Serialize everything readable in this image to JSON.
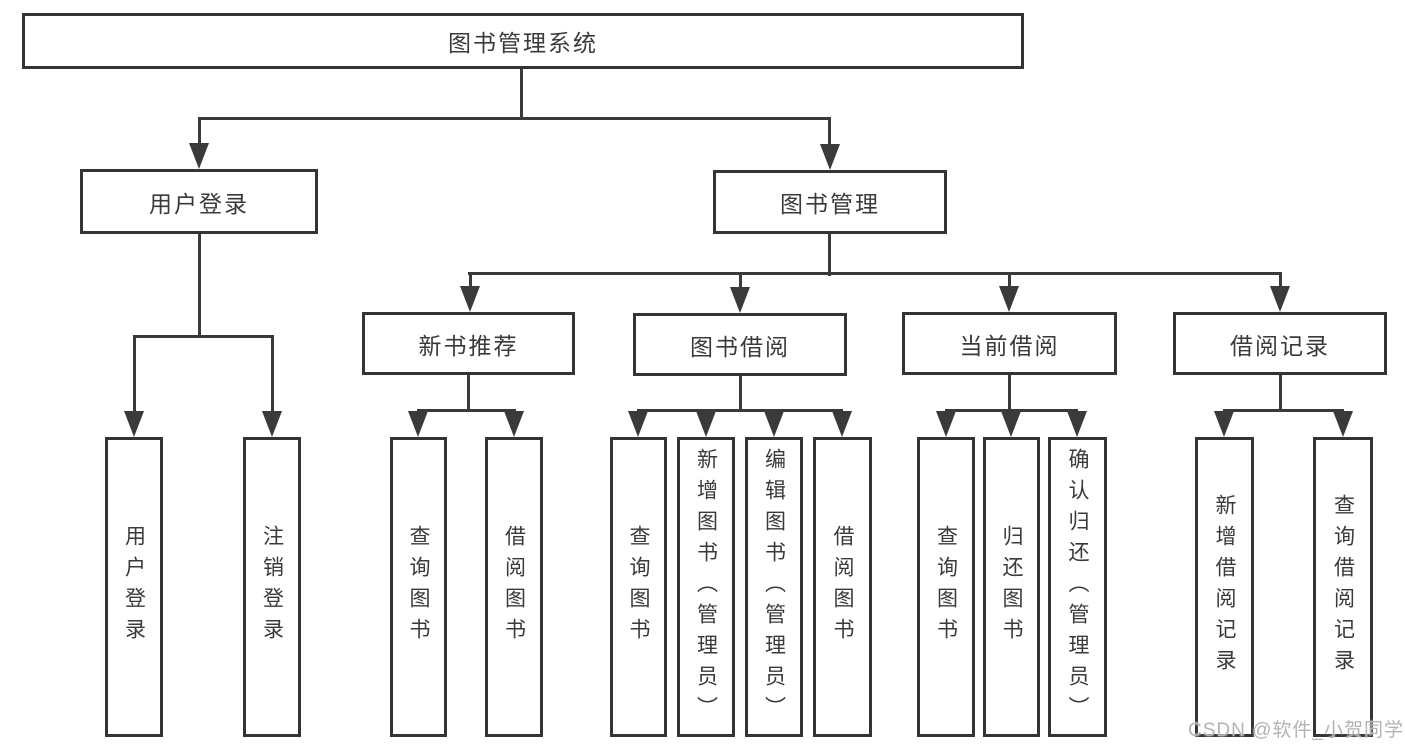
{
  "diagram": {
    "title": "图书管理系统",
    "root": {
      "label": "图书管理系统"
    },
    "level2": [
      {
        "label": "用户登录"
      },
      {
        "label": "图书管理"
      }
    ],
    "level3": [
      {
        "label": "新书推荐",
        "parent": "图书管理"
      },
      {
        "label": "图书借阅",
        "parent": "图书管理"
      },
      {
        "label": "当前借阅",
        "parent": "图书管理"
      },
      {
        "label": "借阅记录",
        "parent": "图书管理"
      }
    ],
    "leaves": [
      {
        "label": "用户登录",
        "parent": "用户登录"
      },
      {
        "label": "注销登录",
        "parent": "用户登录"
      },
      {
        "label": "查询图书",
        "parent": "新书推荐"
      },
      {
        "label": "借阅图书",
        "parent": "新书推荐"
      },
      {
        "label": "查询图书",
        "parent": "图书借阅"
      },
      {
        "label": "新增图书（管理员）",
        "parent": "图书借阅"
      },
      {
        "label": "编辑图书（管理员）",
        "parent": "图书借阅"
      },
      {
        "label": "借阅图书",
        "parent": "图书借阅"
      },
      {
        "label": "查询图书",
        "parent": "当前借阅"
      },
      {
        "label": "归还图书",
        "parent": "当前借阅"
      },
      {
        "label": "确认归还（管理员）",
        "parent": "当前借阅"
      },
      {
        "label": "新增借阅记录",
        "parent": "借阅记录"
      },
      {
        "label": "查询借阅记录",
        "parent": "借阅记录"
      }
    ]
  },
  "watermark": {
    "text": "CSDN @软件_小贺同学"
  },
  "colors": {
    "line": "#3a3a3a",
    "border": "#343434",
    "text": "#3a3a3a",
    "watermark": "#b3b3b3",
    "background": "#ffffff"
  }
}
